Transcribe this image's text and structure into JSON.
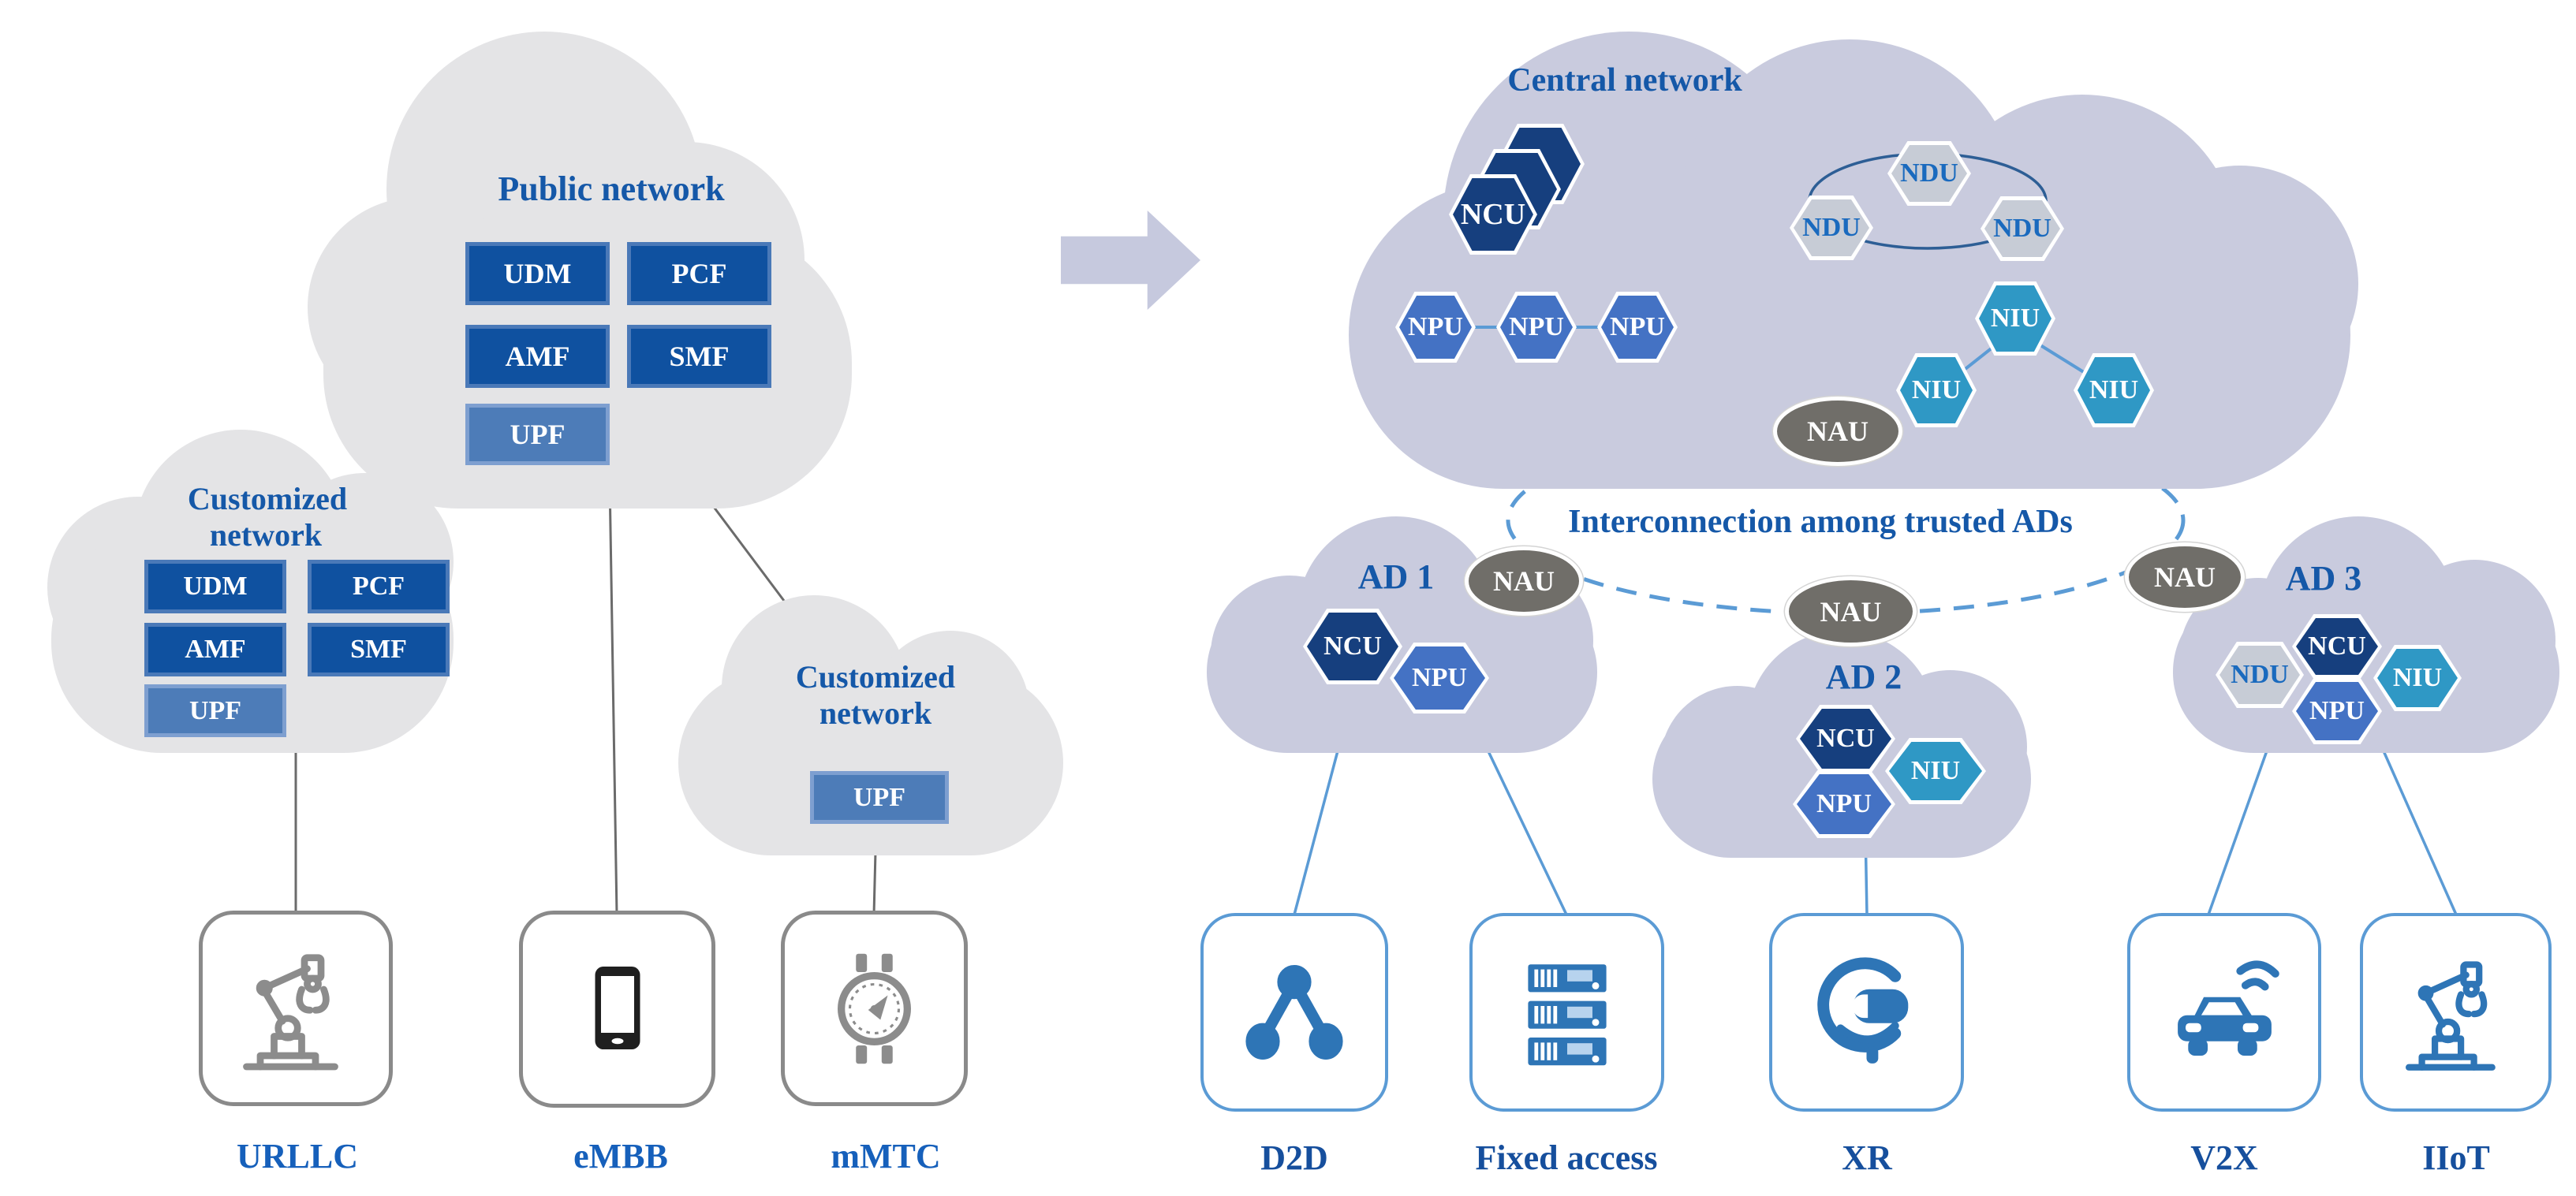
{
  "diagram": {
    "left": {
      "public_network": {
        "title": "Public network",
        "boxes": [
          "UDM",
          "PCF",
          "AMF",
          "SMF"
        ],
        "upf": "UPF"
      },
      "customized_network_1": {
        "title": [
          "Customized",
          "network"
        ],
        "boxes": [
          "UDM",
          "PCF",
          "AMF",
          "SMF"
        ],
        "upf": "UPF"
      },
      "customized_network_2": {
        "title": [
          "Customized",
          "network"
        ],
        "upf": "UPF"
      },
      "services": [
        {
          "label": "URLLC",
          "icon": "robot-arm-icon"
        },
        {
          "label": "eMBB",
          "icon": "smartphone-icon"
        },
        {
          "label": "mMTC",
          "icon": "smartwatch-icon"
        }
      ]
    },
    "right": {
      "central_network": {
        "title": "Central network",
        "ncu_stack": {
          "label": "NCU",
          "count": 3
        },
        "ndu_ring": [
          "NDU",
          "NDU",
          "NDU"
        ],
        "npu_chain": [
          "NPU",
          "NPU",
          "NPU"
        ],
        "niu_cluster": [
          "NIU",
          "NIU",
          "NIU"
        ],
        "nau": "NAU"
      },
      "interconnection_label": "Interconnection among trusted ADs",
      "ads": [
        {
          "title": "AD 1",
          "nau": "NAU",
          "ncu": "NCU",
          "npu": "NPU"
        },
        {
          "title": "AD 2",
          "nau": "NAU",
          "ncu": "NCU",
          "npu": "NPU",
          "niu": "NIU"
        },
        {
          "title": "AD 3",
          "nau": "NAU",
          "ndu": "NDU",
          "ncu": "NCU",
          "npu": "NPU",
          "niu": "NIU"
        }
      ],
      "services": [
        {
          "label": "D2D",
          "icon": "d2d-icon"
        },
        {
          "label": "Fixed access",
          "icon": "server-rack-icon"
        },
        {
          "label": "XR",
          "icon": "vr-headset-icon"
        },
        {
          "label": "V2X",
          "icon": "connected-car-icon"
        },
        {
          "label": "IIoT",
          "icon": "robot-arm-icon"
        }
      ]
    },
    "colors": {
      "cloud_gray": "#e4e4e6",
      "cloud_lavender": "#c9cbde",
      "nf_box": "#0f51a0",
      "nf_box_border": "#4a79b8",
      "upf_box": "#4d7cb8",
      "ncu": "#163f7e",
      "npu": "#4472c4",
      "ndu": "#c7ccd6",
      "niu": "#2f98c5",
      "nau": "#706e69",
      "title_blue": "#1558a8",
      "link_blue": "#5b9bd5",
      "line_gray": "#6b6b6b",
      "arrow": "#c6c9de",
      "icon_blue": "#2e75b6",
      "icon_gray": "#8c8c8c"
    }
  }
}
